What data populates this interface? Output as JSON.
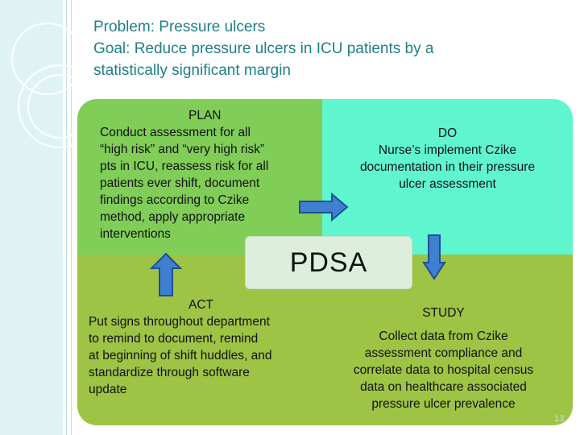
{
  "title": {
    "line1": "Problem: Pressure ulcers",
    "line2": "Goal: Reduce pressure ulcers in ICU patients by a",
    "line3": "statistically significant margin"
  },
  "plan": {
    "heading": "PLAN",
    "lines": [
      "Conduct assessment for all",
      "“high risk” and “very high risk”",
      "pts in ICU, reassess risk for all",
      "patients ever shift, document",
      "findings according to Czike",
      "method, apply appropriate",
      "interventions"
    ]
  },
  "do": {
    "heading": "DO",
    "lines": [
      "Nurse’s implement Czike",
      "documentation in their pressure",
      "ulcer assessment"
    ]
  },
  "act": {
    "heading": "ACT",
    "lines": [
      "Put signs throughout department",
      "to remind to document, remind",
      "at beginning of shift huddles, and",
      "standardize through software",
      "update"
    ]
  },
  "study": {
    "heading": "STUDY",
    "lines": [
      "Collect data from Czike",
      "assessment compliance and",
      "correlate data to hospital census",
      "data on healthcare associated",
      "pressure ulcer prevalence"
    ]
  },
  "center_label": "PDSA",
  "page_number": "13",
  "colors": {
    "title": "#1f7f86",
    "plan": "#80cd58",
    "do": "#5ff5cf",
    "act": "#9dc445",
    "study": "#9dc445",
    "arrow_fill": "#3f7fd0",
    "arrow_stroke": "#1d4f95"
  }
}
